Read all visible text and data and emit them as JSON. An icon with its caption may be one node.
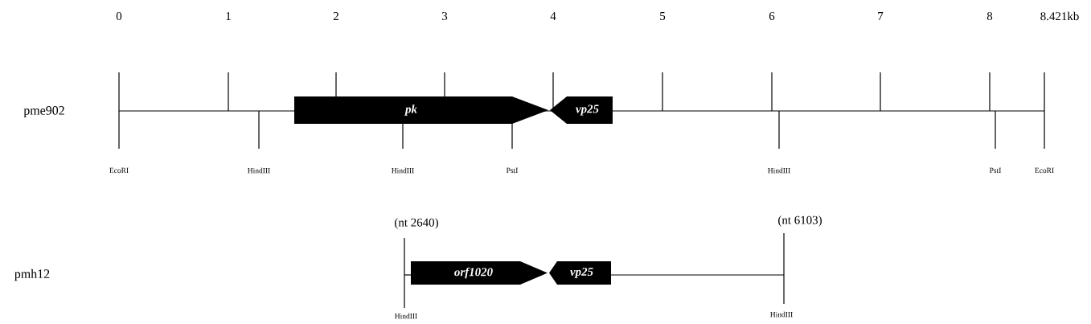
{
  "diagram": {
    "nodes": [
      {
        "text": [
          "pk"
        ]
      },
      {
        "text": [
          "vp25"
        ]
      },
      {
        "text": [
          "orf1020"
        ]
      },
      {
        "text": [
          "vp25"
        ]
      }
    ],
    "labels": [
      "0",
      "1",
      "2",
      "3",
      "4",
      "5",
      "6",
      "7",
      "8",
      "8.421kb",
      "pme902",
      "EcoRI",
      "HindIII",
      "HindIII",
      "PstI",
      "HindIII",
      "PstI",
      "EcoRI",
      "(nt 2640)",
      "(nt 6103)",
      "pmh12",
      "HindIII",
      "HindIII"
    ]
  }
}
